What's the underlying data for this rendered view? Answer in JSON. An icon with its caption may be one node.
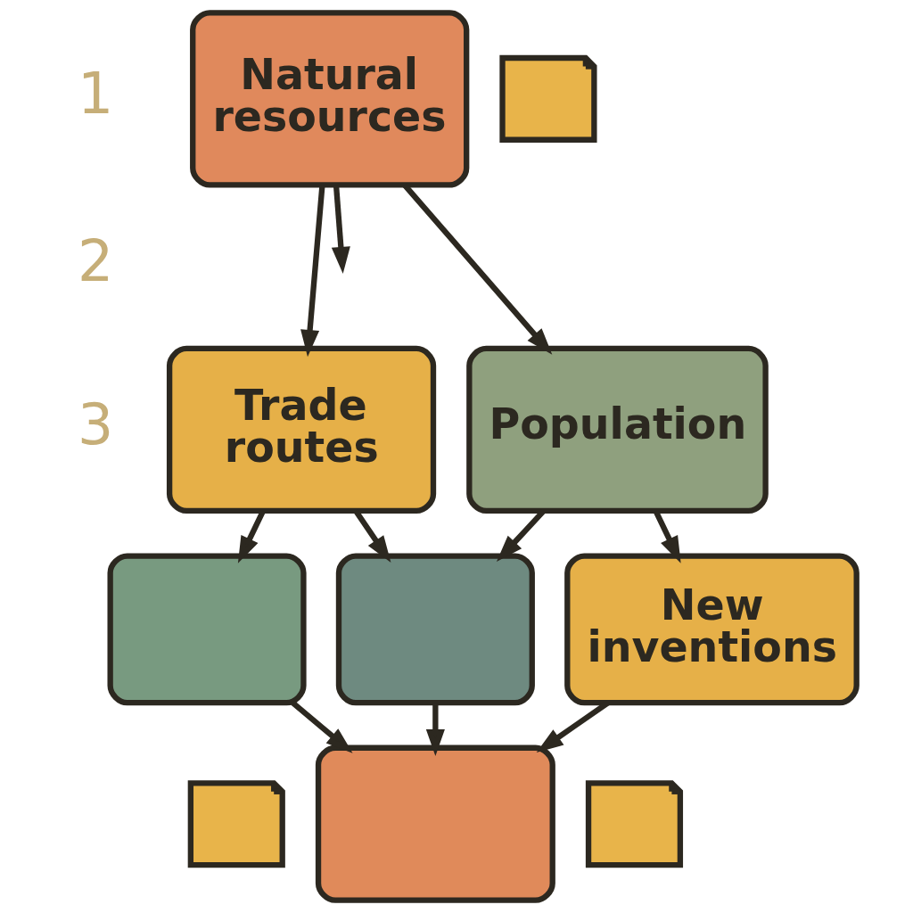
{
  "diagram": {
    "nodes": [
      {
        "text": [
          "Natural resources"
        ]
      },
      {
        "text": [],
        "shape": "note"
      },
      {
        "text": [
          "Trade routes"
        ]
      },
      {
        "text": [
          "Population"
        ]
      },
      {
        "text": [],
        "shape": "box"
      },
      {
        "text": [],
        "shape": "box"
      },
      {
        "text": [
          "New inventions"
        ]
      },
      {
        "text": [],
        "shape": "note"
      },
      {
        "text": [],
        "shape": "box"
      },
      {
        "text": [],
        "shape": "note"
      }
    ],
    "edges": [
      {
        "from": 0,
        "to": 2,
        "arrow": "to"
      },
      {
        "from": 0,
        "to": null,
        "arrow": "to"
      },
      {
        "from": 0,
        "to": 3,
        "arrow": "to"
      },
      {
        "from": 2,
        "to": 4,
        "arrow": "to"
      },
      {
        "from": 2,
        "to": 5,
        "arrow": "to"
      },
      {
        "from": 3,
        "to": 5,
        "arrow": "to"
      },
      {
        "from": 3,
        "to": 6,
        "arrow": "to"
      },
      {
        "from": 4,
        "to": 8,
        "arrow": "to"
      },
      {
        "from": 5,
        "to": 8,
        "arrow": "to"
      },
      {
        "from": 6,
        "to": 8,
        "arrow": "to"
      }
    ],
    "labels": [
      "1",
      "2",
      "3"
    ]
  }
}
